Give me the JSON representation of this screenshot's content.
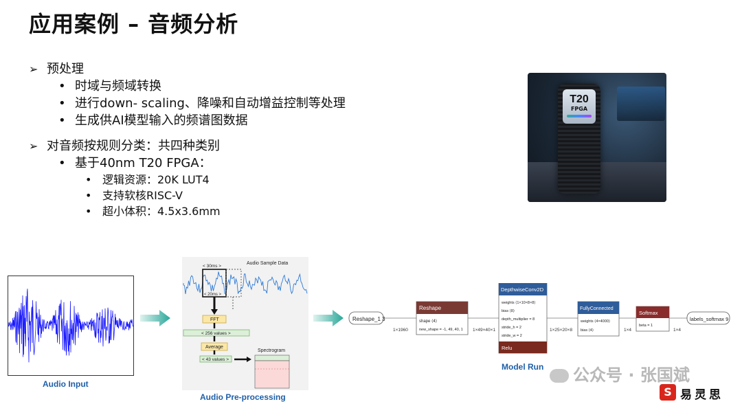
{
  "title": "应用案例 – 音频分析",
  "bullets": {
    "sec1": "预处理",
    "sec1_items": [
      "时域与频域转换",
      "进行down- scaling、降噪和自动增益控制等处理",
      "生成供AI模型输入的频谱图数据"
    ],
    "sec2": "对音频按规则分类：共四种类别",
    "sec2_item": "基于40nm T20 FPGA：",
    "sec2_sub": [
      "逻辑资源：20K LUT4",
      "支持软核RISC-V",
      "超小体积：4.5x3.6mm"
    ]
  },
  "photo": {
    "line1": "T20",
    "line2": "FPGA"
  },
  "captions": {
    "input": "Audio Input",
    "pre": "Audio Pre-processing",
    "model": "Model Run"
  },
  "pre": {
    "sample_title": "Audio Sample Data",
    "ms30": "< 30ms >",
    "ms20": "< 20ms >",
    "fft": "FFT",
    "v256": "< 256 values >",
    "avg": "Average",
    "v43": "< 43 values >",
    "spec": "Spectrogram"
  },
  "model": {
    "reshape_in": "Reshape_1 3",
    "e1": "1×1960",
    "reshape_title": "Reshape",
    "reshape_l1": "shape ⟨4⟩",
    "reshape_l2": "new_shape = -1, 49, 40, 1",
    "e2": "1×49×40×1",
    "dw_title": "DepthwiseConv2D",
    "dw_lines": [
      "weights ⟨1×10×8×8⟩",
      "bias ⟨8⟩",
      "depth_multiplier = 8",
      "stride_h = 2",
      "stride_w = 2"
    ],
    "dw_relu": "Relu",
    "e3": "1×25×20×8",
    "fc_title": "FullyConnected",
    "fc_lines": [
      "weights ⟨4×4000⟩",
      "bias ⟨4⟩"
    ],
    "e4": "1×4",
    "sm_title": "Softmax",
    "sm_line": "beta = 1",
    "e5": "1×4",
    "out": "labels_softmax 9"
  },
  "watermark": "公众号 · 张国斌",
  "logo": {
    "mark": "S",
    "text": "易灵思"
  },
  "colors": {
    "caption": "#1f5fa8",
    "wave": "#1a1aff",
    "arrow": "#2aa79a",
    "dw": "#2f5c9a",
    "reshape": "#7a3a34",
    "sm": "#8a2c2c",
    "relu": "#7a2a1e"
  }
}
